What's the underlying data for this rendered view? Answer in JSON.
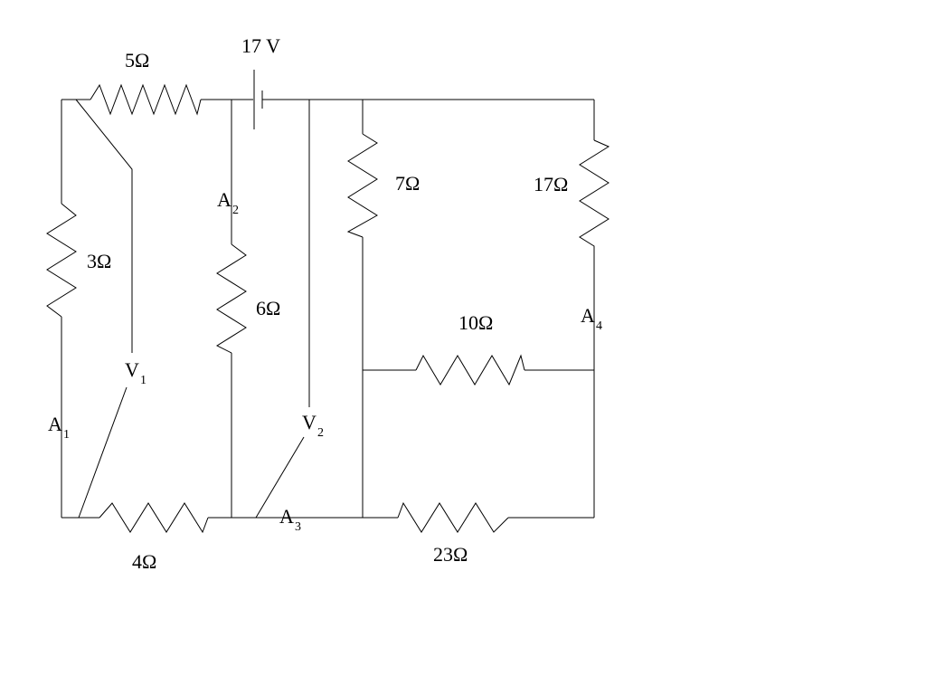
{
  "components": {
    "battery": {
      "label": "17 V"
    },
    "r_top": {
      "label": "5Ω"
    },
    "r_left": {
      "label": "3Ω"
    },
    "r_bottom_left": {
      "label": "4Ω"
    },
    "r_middle": {
      "label": "6Ω"
    },
    "r_seven": {
      "label": "7Ω"
    },
    "r_right": {
      "label": "17Ω"
    },
    "r_ten": {
      "label": "10Ω"
    },
    "r_bottom_right": {
      "label": "23Ω"
    }
  },
  "meters": {
    "v1": {
      "letter": "V",
      "sub": "1"
    },
    "v2": {
      "letter": "V",
      "sub": "2"
    },
    "a1": {
      "letter": "A",
      "sub": "1"
    },
    "a2": {
      "letter": "A",
      "sub": "2"
    },
    "a3": {
      "letter": "A",
      "sub": "3"
    },
    "a4": {
      "letter": "A",
      "sub": "4"
    }
  }
}
